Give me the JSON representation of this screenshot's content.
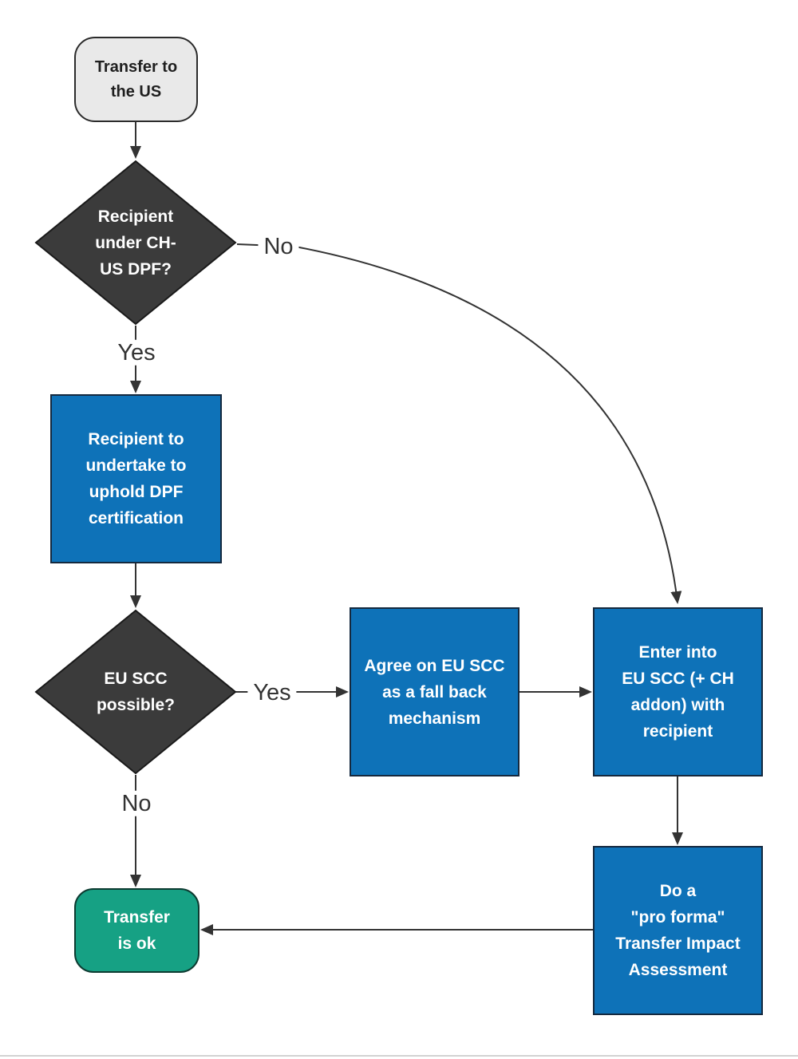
{
  "nodes": {
    "start": {
      "lines": [
        "Transfer to",
        "the US"
      ]
    },
    "dpf_question": {
      "lines": [
        "Recipient",
        "under CH-",
        "US DPF?"
      ]
    },
    "undertake": {
      "lines": [
        "Recipient to",
        "undertake to",
        "uphold DPF",
        "certification"
      ]
    },
    "scc_question": {
      "lines": [
        "EU SCC",
        "possible?"
      ]
    },
    "agree_scc": {
      "lines": [
        "Agree on EU SCC",
        "as a fall back",
        "mechanism"
      ]
    },
    "enter_scc": {
      "lines": [
        "Enter into",
        "EU SCC (+ CH",
        "addon) with",
        "recipient"
      ]
    },
    "tia": {
      "lines": [
        "Do a",
        "\"pro forma\"",
        "Transfer Impact",
        "Assessment"
      ]
    },
    "ok": {
      "lines": [
        "Transfer",
        "is ok"
      ]
    }
  },
  "edge_labels": {
    "dpf_no": "No",
    "dpf_yes": "Yes",
    "scc_yes": "Yes",
    "scc_no": "No"
  },
  "colors": {
    "process_fill": "#0e72b8",
    "decision_fill": "#3b3b3b",
    "terminal_fill": "#16a184",
    "start_fill": "#e9e9e9",
    "node_text": "#ffffff",
    "start_text": "#1f1f1f",
    "line": "#333333"
  }
}
